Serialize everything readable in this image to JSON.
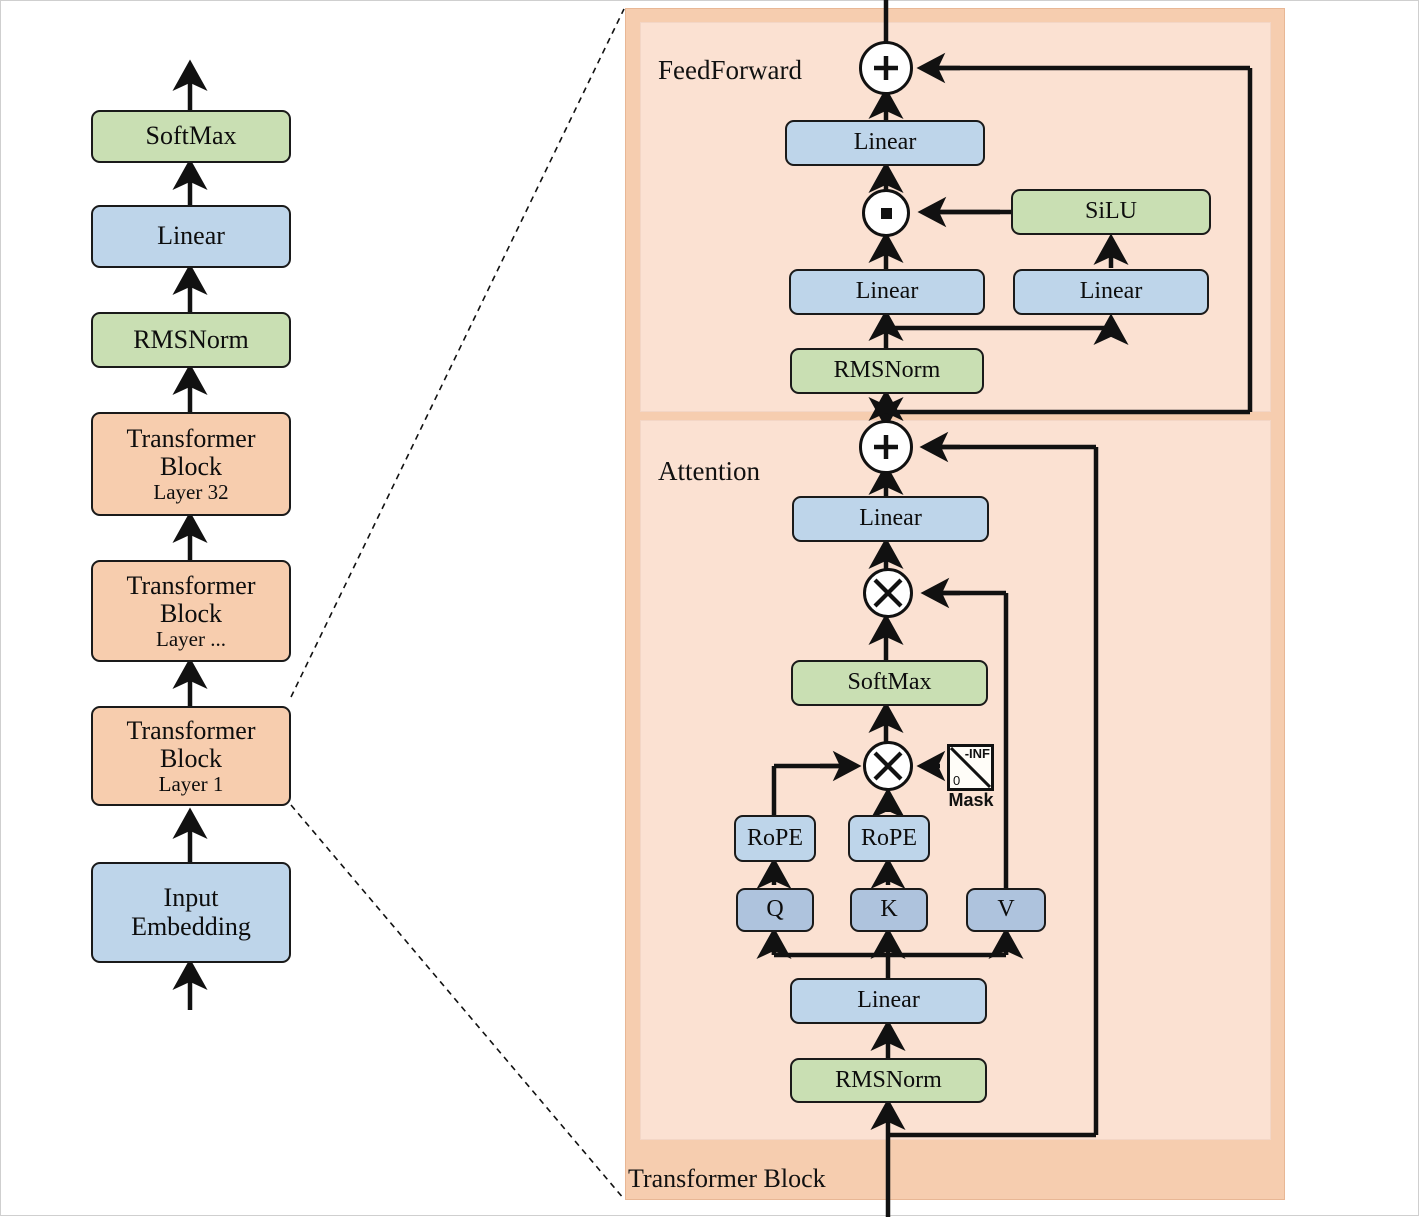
{
  "figure": {
    "title_semantic": "llama-style-transformer-architecture-diagram",
    "colors": {
      "blue": "#bed5ea",
      "blue_qkv": "#aec3dd",
      "green": "#c9dfb3",
      "orange_block": "#f7cdae",
      "outer_container": "#f6cdaf",
      "inner_panel": "#fbe1d2",
      "stroke": "#1a1a1a"
    }
  },
  "left_stack": {
    "name": "model-overview-stack",
    "nodes": [
      {
        "id": "softmax",
        "label": "SoftMax",
        "sublabel": "",
        "color": "green"
      },
      {
        "id": "linear",
        "label": "Linear",
        "sublabel": "",
        "color": "blue"
      },
      {
        "id": "rmsnorm",
        "label": "RMSNorm",
        "sublabel": "",
        "color": "green"
      },
      {
        "id": "block32",
        "label": "Transformer Block",
        "sublabel": "Layer 32",
        "color": "orange"
      },
      {
        "id": "blockdots",
        "label": "Transformer Block",
        "sublabel": "Layer ...",
        "color": "orange"
      },
      {
        "id": "block1",
        "label": "Transformer Block",
        "sublabel": "Layer 1",
        "color": "orange"
      },
      {
        "id": "embedding",
        "label": "Input Embedding",
        "sublabel": "",
        "color": "blue"
      }
    ]
  },
  "right_detail": {
    "container_caption": "Transformer Block",
    "feedforward": {
      "title": "FeedForward",
      "add_symbol": "+",
      "mul_symbol": "·",
      "nodes": [
        {
          "id": "ff-linear-out",
          "label": "Linear",
          "color": "blue"
        },
        {
          "id": "ff-silu",
          "label": "SiLU",
          "color": "green"
        },
        {
          "id": "ff-linear-gate",
          "label": "Linear",
          "color": "blue"
        },
        {
          "id": "ff-linear-up",
          "label": "Linear",
          "color": "blue"
        },
        {
          "id": "ff-rmsnorm",
          "label": "RMSNorm",
          "color": "green"
        }
      ]
    },
    "attention": {
      "title": "Attention",
      "add_symbol": "+",
      "matmul_symbol": "×",
      "nodes": [
        {
          "id": "attn-linear-out",
          "label": "Linear",
          "color": "blue"
        },
        {
          "id": "attn-softmax",
          "label": "SoftMax",
          "color": "green"
        },
        {
          "id": "attn-rope-q",
          "label": "RoPE",
          "color": "blue"
        },
        {
          "id": "attn-rope-k",
          "label": "RoPE",
          "color": "blue"
        },
        {
          "id": "attn-q",
          "label": "Q",
          "color": "blue2"
        },
        {
          "id": "attn-k",
          "label": "K",
          "color": "blue2"
        },
        {
          "id": "attn-v",
          "label": "V",
          "color": "blue2"
        },
        {
          "id": "attn-linear-qkv",
          "label": "Linear",
          "color": "blue"
        },
        {
          "id": "attn-rmsnorm",
          "label": "RMSNorm",
          "color": "green"
        }
      ],
      "mask": {
        "label": "Mask",
        "upper_value": "-INF",
        "lower_value": "0"
      }
    }
  }
}
